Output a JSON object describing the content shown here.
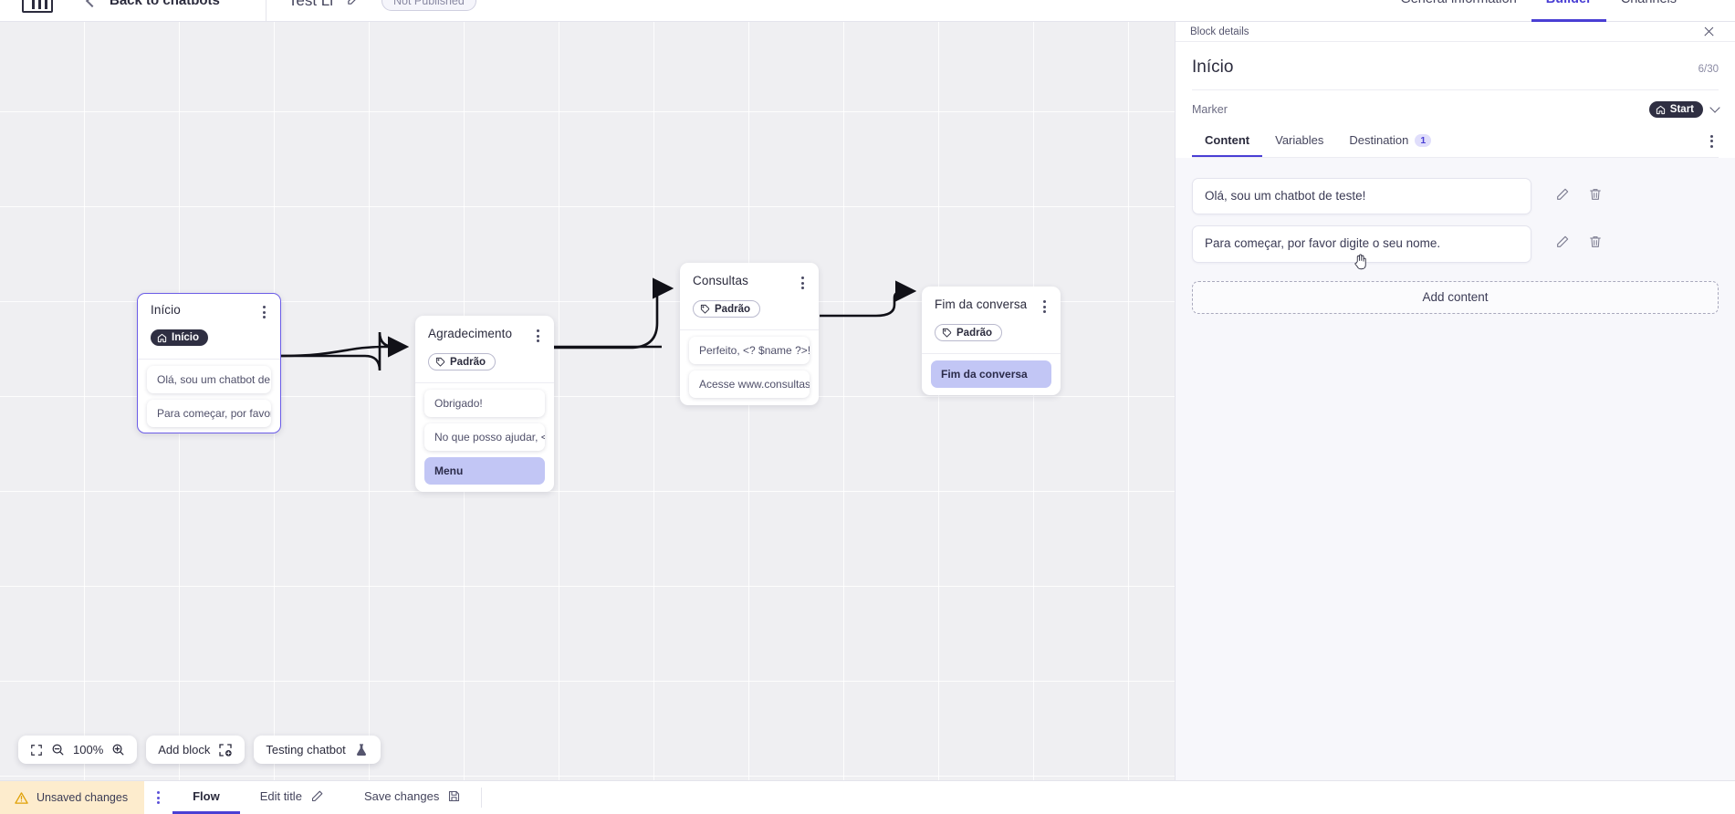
{
  "topbar": {
    "logo_name": "brand-logo",
    "back_label": "Back to chatbots",
    "bot_title": "Test Li",
    "status_pill": "Not Published",
    "tabs": [
      {
        "label": "General information",
        "active": false
      },
      {
        "label": "Builder",
        "active": true
      },
      {
        "label": "Channels",
        "active": false
      }
    ]
  },
  "canvas": {
    "zoom_level": "100%",
    "add_block_label": "Add block",
    "testing_label": "Testing chatbot",
    "nodes": [
      {
        "id": "inicio",
        "title": "Início",
        "badge": "Início",
        "badge_type": "start",
        "selected": true,
        "messages": [
          {
            "text": "Olá, sou um chatbot de teste!",
            "highlight": false
          },
          {
            "text": "Para começar, por favor digite o ...",
            "highlight": false
          }
        ]
      },
      {
        "id": "agradecimento",
        "title": "Agradecimento",
        "badge": "Padrão",
        "badge_type": "default",
        "selected": false,
        "messages": [
          {
            "text": "Obrigado!",
            "highlight": false
          },
          {
            "text": "No que posso ajudar, <? $name ...",
            "highlight": false
          },
          {
            "text": "Menu",
            "highlight": true
          }
        ]
      },
      {
        "id": "consultas",
        "title": "Consultas",
        "badge": "Padrão",
        "badge_type": "default",
        "selected": false,
        "messages": [
          {
            "text": "Perfeito, <? $name ?>!",
            "highlight": false
          },
          {
            "text": "Acesse www.consultas.com par...",
            "highlight": false
          }
        ]
      },
      {
        "id": "fim",
        "title": "Fim da conversa",
        "badge": "Padrão",
        "badge_type": "default",
        "selected": false,
        "messages": [
          {
            "text": "Fim da conversa",
            "highlight": true
          }
        ]
      }
    ]
  },
  "panel": {
    "header_label": "Block details",
    "title": "Início",
    "char_count": "6/30",
    "marker_label": "Marker",
    "marker_value": "Start",
    "tabs": [
      {
        "label": "Content",
        "active": true,
        "count": ""
      },
      {
        "label": "Variables",
        "active": false,
        "count": ""
      },
      {
        "label": "Destination",
        "active": false,
        "count": "1"
      }
    ],
    "contents": [
      {
        "text": "Olá, sou um chatbot de teste!"
      },
      {
        "text": "Para começar, por favor digite o seu nome."
      }
    ],
    "add_content_label": "Add content"
  },
  "statusbar": {
    "unsaved_label": "Unsaved changes",
    "items": [
      {
        "label": "Flow",
        "active": true
      },
      {
        "label": "Edit title",
        "active": false
      },
      {
        "label": "Save changes",
        "active": false
      }
    ]
  },
  "colors": {
    "accent": "#4a3fd4",
    "selected_border": "#6b5ce7",
    "highlight_msg": "#c2c6f5",
    "warning_bg": "#fdeccd",
    "canvas_bg": "#efeff2"
  }
}
